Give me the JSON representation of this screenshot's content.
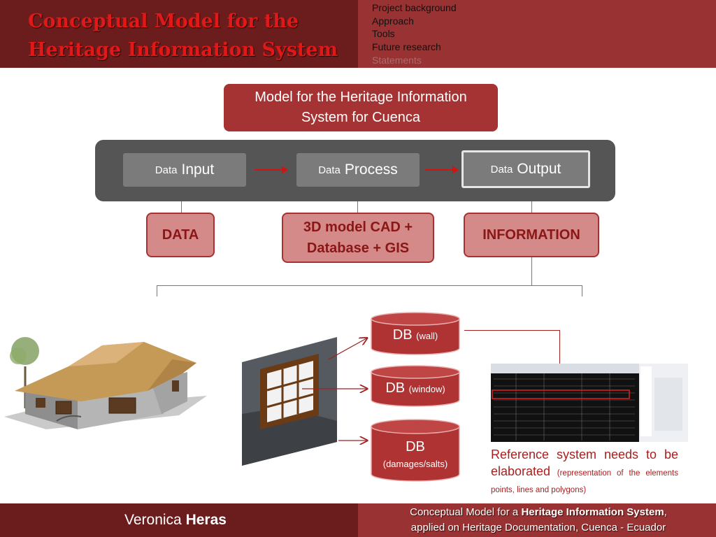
{
  "header": {
    "title_line1": "Conceptual Model for the",
    "title_line2": "Heritage Information System",
    "nav": [
      "Project background",
      "Approach",
      "Tools",
      "Future research",
      "Statements"
    ]
  },
  "model_title": "Model  for the Heritage Information System for Cuenca",
  "flow": {
    "steps": [
      {
        "prefix": "Data",
        "label": "Input"
      },
      {
        "prefix": "Data",
        "label": "Process"
      },
      {
        "prefix": "Data",
        "label": "Output"
      }
    ]
  },
  "outputs": {
    "data": "DATA",
    "process_line1": "3D model CAD +",
    "process_line2": "Database + GIS",
    "information": "INFORMATION"
  },
  "databases": [
    {
      "name": "DB",
      "detail": "(wall)"
    },
    {
      "name": "DB",
      "detail": "(window)"
    },
    {
      "name": "DB",
      "detail": "(damages/salts)"
    }
  ],
  "reference": {
    "main": "Reference system needs to be elaborated",
    "detail": "(representation of the elements points, lines and polygons)"
  },
  "footer": {
    "author_first": "Veronica",
    "author_last": "Heras",
    "caption_prefix": "Conceptual Model for a ",
    "caption_bold": "Heritage Information System",
    "caption_suffix": ",",
    "caption_line2": "applied on Heritage Documentation, Cuenca - Ecuador"
  },
  "colors": {
    "header_dark": "#6b1d1d",
    "header_light": "#993232",
    "title_red": "#e11818",
    "pink_box": "#d58a8a",
    "cylinder": "#b03333"
  }
}
